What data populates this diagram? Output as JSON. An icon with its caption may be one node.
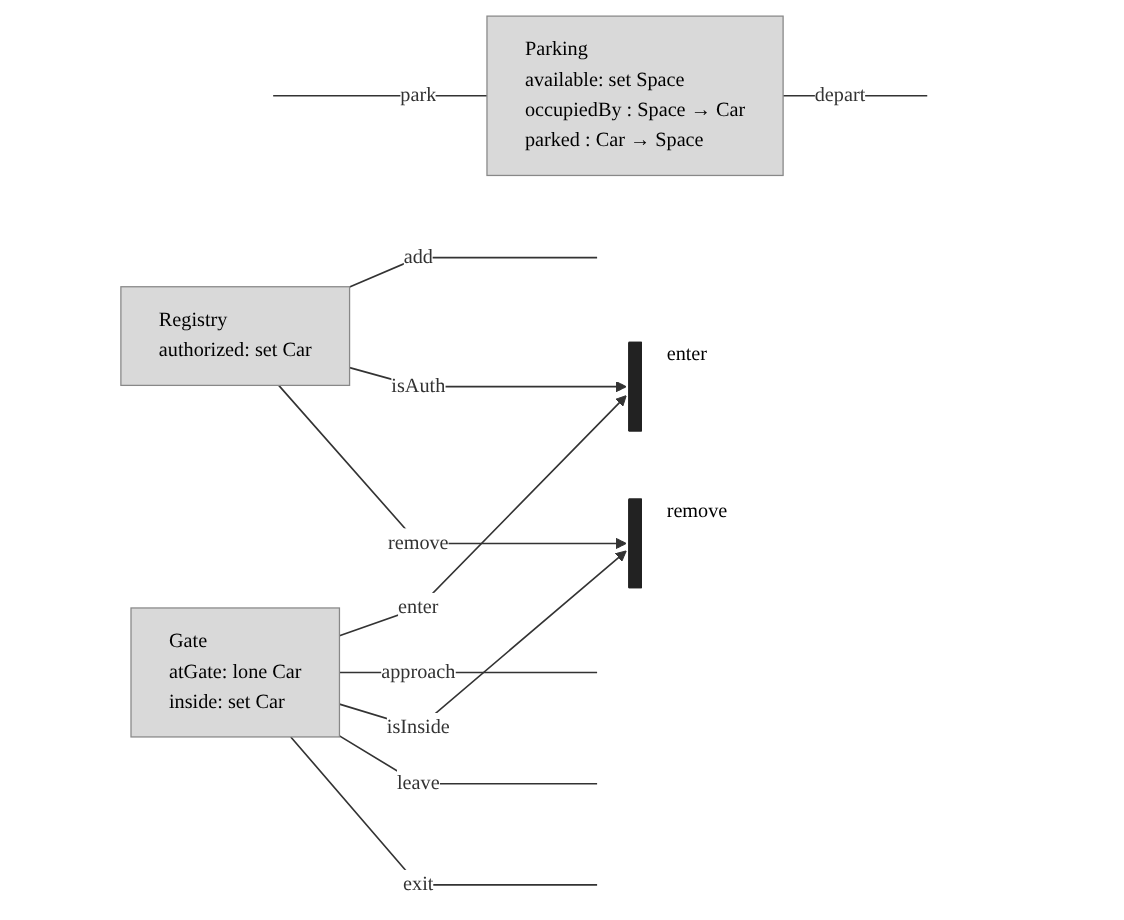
{
  "diagram": {
    "nodes": [
      {
        "text": [
          "Gate",
          "atGate: lone Car",
          "inside: set Car"
        ]
      },
      {
        "text": [],
        "shape": "bar",
        "beside": [
          "remove"
        ]
      },
      {
        "text": [
          "Registry",
          "authorized: set Car"
        ]
      },
      {
        "text": [],
        "shape": "bar",
        "beside": [
          "enter"
        ]
      },
      {
        "text": [
          "Parking",
          "available: set Space",
          "occupiedBy : Space → Car",
          "parked : Car → Space"
        ]
      }
    ],
    "edges": [
      {
        "from": 0,
        "to": null,
        "arrow": "none",
        "label": "exit"
      },
      {
        "from": 0,
        "to": null,
        "arrow": "none",
        "label": "leave"
      },
      {
        "from": 2,
        "to": 1,
        "arrow": "to",
        "label": "remove"
      },
      {
        "from": 0,
        "to": 1,
        "arrow": "to",
        "label": "isInside"
      },
      {
        "from": 0,
        "to": null,
        "arrow": "none",
        "label": "approach"
      },
      {
        "from": 0,
        "to": 3,
        "arrow": "to",
        "label": "enter"
      },
      {
        "from": 2,
        "to": 3,
        "arrow": "to",
        "label": "isAuth"
      },
      {
        "from": 2,
        "to": null,
        "arrow": "none",
        "label": "add"
      },
      {
        "from": null,
        "to": 4,
        "arrow": "none",
        "label": "park"
      },
      {
        "from": 4,
        "to": null,
        "arrow": "none",
        "label": "depart"
      }
    ]
  }
}
